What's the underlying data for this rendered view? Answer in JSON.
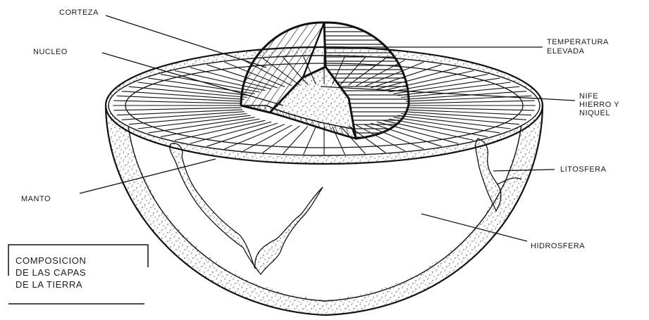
{
  "labels": {
    "corteza": "CORTEZA",
    "nucleo": "NUCLEO",
    "temperatura_l1": "TEMPERATURA",
    "temperatura_l2": "ELEVADA",
    "nife_l1": "NIFE",
    "nife_l2": "HIERRO Y",
    "nife_l3": "NIQUEL",
    "litosfera": "LITOSFERA",
    "manto": "MANTO",
    "hidrosfera": "HIDROSFERA"
  },
  "caption": {
    "line1": "COMPOSICION",
    "line2": "DE LAS CAPAS",
    "line3": "DE LA TIERRA"
  },
  "colors": {
    "ink": "#111111",
    "background": "#ffffff"
  }
}
